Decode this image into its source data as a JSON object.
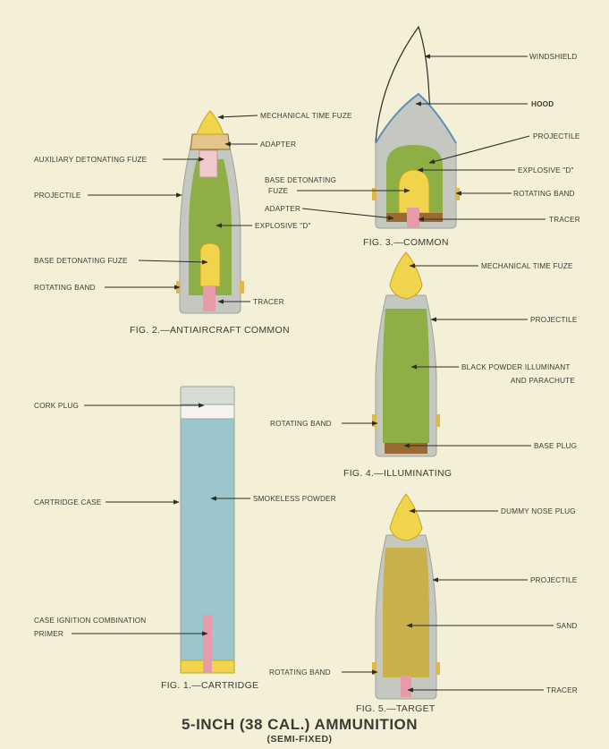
{
  "title": "5-INCH (38 CAL.) AMMUNITION",
  "subtitle": "(SEMI-FIXED)",
  "colors": {
    "background": "#f3f0d7",
    "shell_grey": "#c5c8c1",
    "explosive_green": "#8eaf45",
    "fuze_yellow": "#f0d44c",
    "tracer_pink": "#e79aa8",
    "powder_blue": "#9bc7cc",
    "sand_ochre": "#c9b04a",
    "band_brown": "#9a6a33"
  },
  "figures": {
    "fig1": {
      "caption": "FIG. 1.—CARTRIDGE",
      "labels": {
        "cork_plug": "CORK PLUG",
        "cartridge_case": "CARTRIDGE CASE",
        "smokeless_powder": "SMOKELESS POWDER",
        "primer_line1": "CASE IGNITION COMBINATION",
        "primer_line2": "PRIMER"
      }
    },
    "fig2": {
      "caption": "FIG. 2.—ANTIAIRCRAFT COMMON",
      "labels": {
        "mechanical_time_fuze": "MECHANICAL TIME FUZE",
        "adapter": "ADAPTER",
        "auxiliary_detonating_fuze": "AUXILIARY DETONATING FUZE",
        "projectile": "PROJECTILE",
        "explosive_d": "EXPLOSIVE \"D\"",
        "base_detonating_fuze": "BASE DETONATING FUZE",
        "rotating_band": "ROTATING BAND",
        "tracer": "TRACER"
      }
    },
    "fig3": {
      "caption": "FIG. 3.—COMMON",
      "labels": {
        "windshield": "WINDSHIELD",
        "hood": "HOOD",
        "projectile": "PROJECTILE",
        "explosive_d": "EXPLOSIVE \"D\"",
        "base_detonating_fuze_line1": "BASE DETONATING",
        "base_detonating_fuze_line2": "FUZE",
        "rotating_band": "ROTATING BAND",
        "adapter": "ADAPTER",
        "tracer": "TRACER"
      }
    },
    "fig4": {
      "caption": "FIG. 4.—ILLUMINATING",
      "labels": {
        "mechanical_time_fuze": "MECHANICAL TIME FUZE",
        "projectile": "PROJECTILE",
        "illuminant_line1": "BLACK POWDER ILLUMINANT",
        "illuminant_line2": "AND PARACHUTE",
        "rotating_band": "ROTATING BAND",
        "base_plug": "BASE PLUG"
      }
    },
    "fig5": {
      "caption": "FIG. 5.—TARGET",
      "labels": {
        "dummy_nose_plug": "DUMMY NOSE PLUG",
        "projectile": "PROJECTILE",
        "sand": "SAND",
        "rotating_band": "ROTATING BAND",
        "tracer": "TRACER"
      }
    }
  }
}
